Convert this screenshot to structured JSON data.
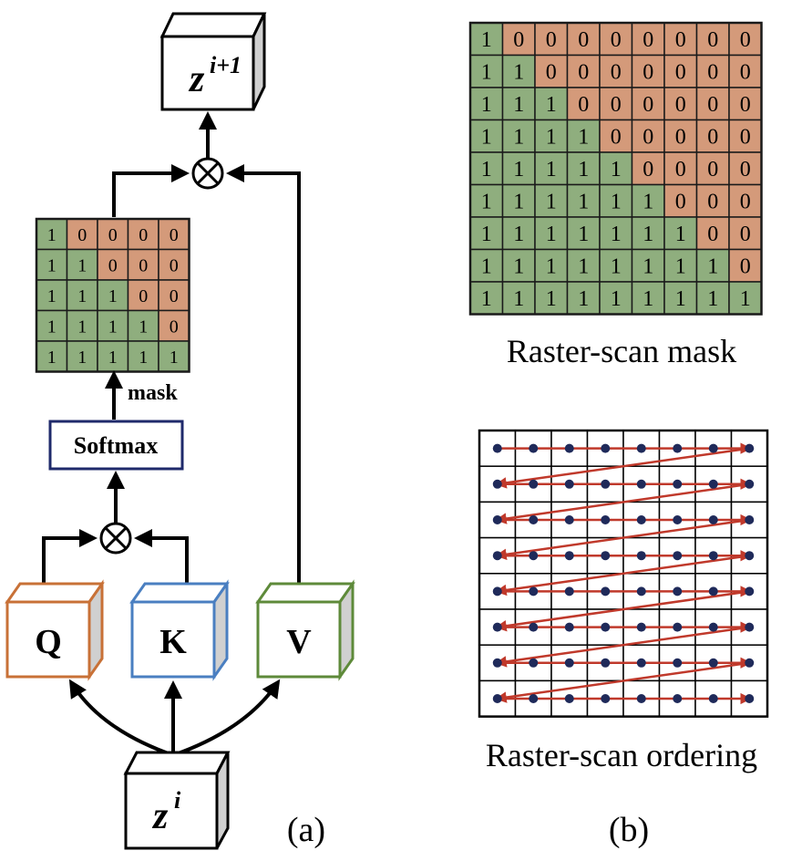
{
  "panel_a": {
    "output_cube": {
      "base": "z",
      "sup": "i+1"
    },
    "input_cube": {
      "base": "z",
      "sup": "i"
    },
    "q_label": "Q",
    "k_label": "K",
    "v_label": "V",
    "softmax_label": "Softmax",
    "mask_label": "mask",
    "multiply_symbol": "⊗",
    "small_mask": [
      [
        1,
        0,
        0,
        0,
        0
      ],
      [
        1,
        1,
        0,
        0,
        0
      ],
      [
        1,
        1,
        1,
        0,
        0
      ],
      [
        1,
        1,
        1,
        1,
        0
      ],
      [
        1,
        1,
        1,
        1,
        1
      ]
    ],
    "caption": "(a)"
  },
  "panel_b": {
    "big_mask": [
      [
        1,
        0,
        0,
        0,
        0,
        0,
        0,
        0,
        0
      ],
      [
        1,
        1,
        0,
        0,
        0,
        0,
        0,
        0,
        0
      ],
      [
        1,
        1,
        1,
        0,
        0,
        0,
        0,
        0,
        0
      ],
      [
        1,
        1,
        1,
        1,
        0,
        0,
        0,
        0,
        0
      ],
      [
        1,
        1,
        1,
        1,
        1,
        0,
        0,
        0,
        0
      ],
      [
        1,
        1,
        1,
        1,
        1,
        1,
        0,
        0,
        0
      ],
      [
        1,
        1,
        1,
        1,
        1,
        1,
        1,
        0,
        0
      ],
      [
        1,
        1,
        1,
        1,
        1,
        1,
        1,
        1,
        0
      ],
      [
        1,
        1,
        1,
        1,
        1,
        1,
        1,
        1,
        1
      ]
    ],
    "mask_title": "Raster-scan mask",
    "ordering_rows": 8,
    "ordering_cols": 8,
    "ordering_title": "Raster-scan ordering",
    "caption": "(b)"
  },
  "colors": {
    "one_cell": "#8fae7e",
    "zero_cell": "#d49a7a",
    "q_edge": "#c87137",
    "k_edge": "#4a7fc1",
    "v_edge": "#5e8a3a",
    "softmax_edge": "#1f2a6b",
    "arrow_red": "#c0392b",
    "dot_navy": "#1f2a5a",
    "cube_side": "#d0d0d0"
  }
}
